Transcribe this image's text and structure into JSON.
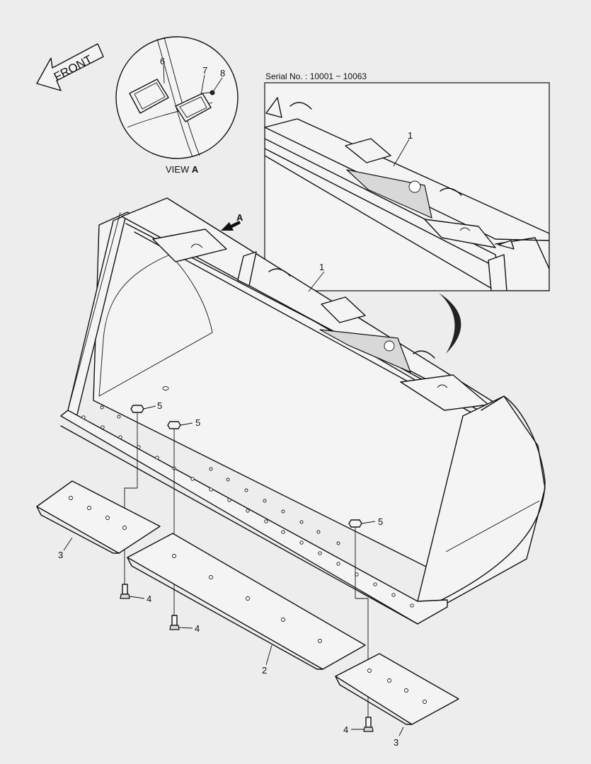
{
  "front_label": "FRONT",
  "view_label_prefix": "VIEW ",
  "view_label_letter": "A",
  "arrow_label": "A",
  "serial_text": "Serial No. : 10001 ~ 10063",
  "callouts": {
    "main_1": "1",
    "inset_1": "1",
    "plate_2": "2",
    "plate_3_left": "3",
    "plate_3_right": "3",
    "bolt_4_a": "4",
    "bolt_4_b": "4",
    "bolt_4_c": "4",
    "nut_5_a": "5",
    "nut_5_b": "5",
    "nut_5_c": "5",
    "plate_6": "6",
    "clip_7": "7",
    "screw_8": "8"
  }
}
